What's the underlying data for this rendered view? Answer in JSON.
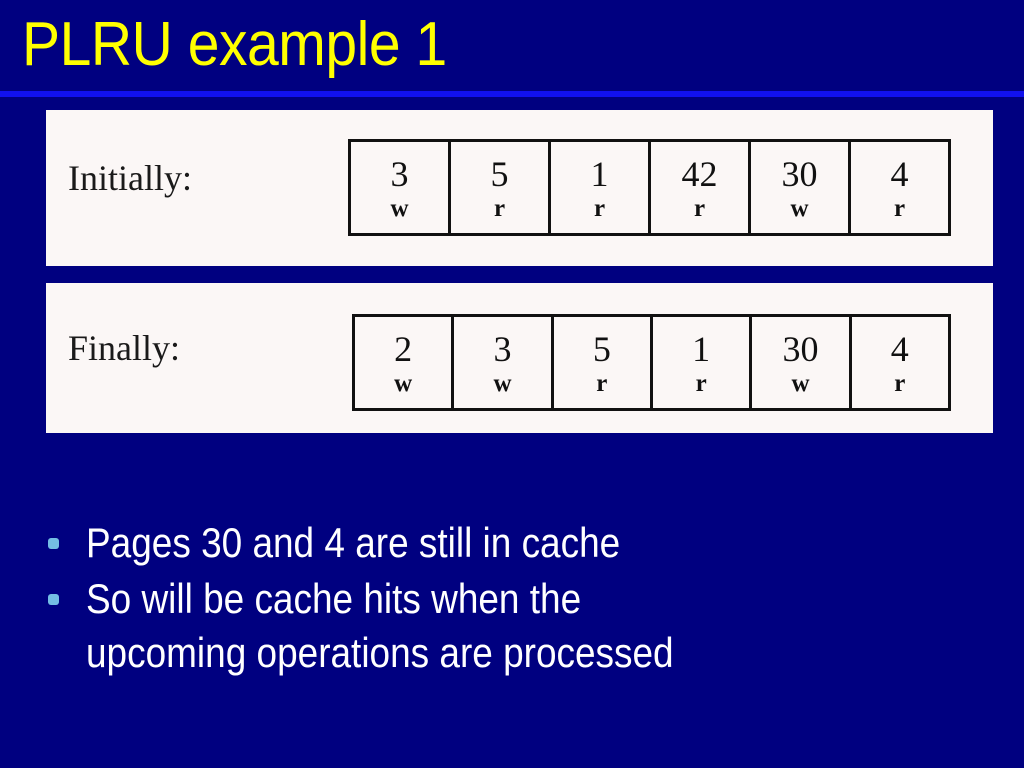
{
  "slide": {
    "title": "PLRU example 1",
    "colors": {
      "background": "#000080",
      "title_text": "#ffff00",
      "title_rule": "#1111ee",
      "panel_background": "#fbf7f6",
      "cell_border": "#111111",
      "bullet_marker": "#74bde4",
      "bullet_text": "#ffffff"
    }
  },
  "rows": [
    {
      "label": "Initially:",
      "cells": [
        {
          "page": "3",
          "op": "w"
        },
        {
          "page": "5",
          "op": "r"
        },
        {
          "page": "1",
          "op": "r"
        },
        {
          "page": "42",
          "op": "r"
        },
        {
          "page": "30",
          "op": "w"
        },
        {
          "page": "4",
          "op": "r"
        }
      ]
    },
    {
      "label": "Finally:",
      "cells": [
        {
          "page": "2",
          "op": "w"
        },
        {
          "page": "3",
          "op": "w"
        },
        {
          "page": "5",
          "op": "r"
        },
        {
          "page": "1",
          "op": "r"
        },
        {
          "page": "30",
          "op": "w"
        },
        {
          "page": "4",
          "op": "r"
        }
      ]
    }
  ],
  "bullets": [
    {
      "text": "Pages 30 and 4 are still in cache"
    },
    {
      "text": "So will be cache hits when the\nupcoming operations are processed"
    }
  ]
}
